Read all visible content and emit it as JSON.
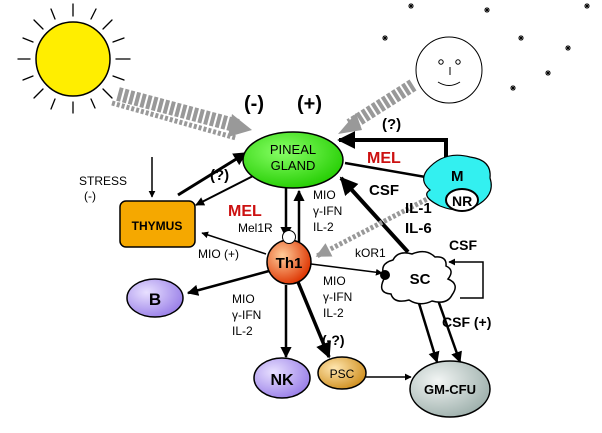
{
  "colors": {
    "pineal": "#33dd11",
    "thymus": "#f5a800",
    "th1": "#ee5522",
    "b_cell": "#b39df0",
    "nk_cell": "#b39df0",
    "psc": "#e8b040",
    "gmcfu": "#b9c6c3",
    "macrophage": "#33f0f0",
    "mel_text": "#cc1111",
    "sun": "#ffee00",
    "light_rays": "#999999"
  },
  "icons": {
    "sun": "sun-icon",
    "moon": "moon-face-icon",
    "stars": "star-icon"
  },
  "labels": {
    "minus_day": "(-)",
    "plus_night": "(+)",
    "q_top_right": "(?)",
    "q_left": "(?)",
    "pineal_line1": "PINEAL",
    "pineal_line2": "GLAND",
    "mel_right": "MEL",
    "mel_left": "MEL",
    "macrophage": "M",
    "nr": "NR",
    "csf_diag": "CSF",
    "il1": "IL-1",
    "il6": "IL-6",
    "csf_right": "CSF",
    "csf_plus": "CSF (+)",
    "stress": "STRESS",
    "stress_sign": "(-)",
    "thymus": "THYMUS",
    "mio_top": "MIO",
    "gifn_top": "γ-IFN",
    "il2_top": "IL-2",
    "mel1r": "Mel1R",
    "mio_plus": "MIO (+)",
    "th1": "Th1",
    "kor1": "kOR1",
    "sc": "SC",
    "b_cell": "B",
    "mio_left": "MIO",
    "gifn_left": "γ-IFN",
    "il2_left": "IL-2",
    "mio_mid": "MIO",
    "gifn_mid": "γ-IFN",
    "il2_mid": "IL-2",
    "psc_sign": "(-?)",
    "nk": "NK",
    "psc": "PSC",
    "gmcfu": "GM-CFU"
  }
}
